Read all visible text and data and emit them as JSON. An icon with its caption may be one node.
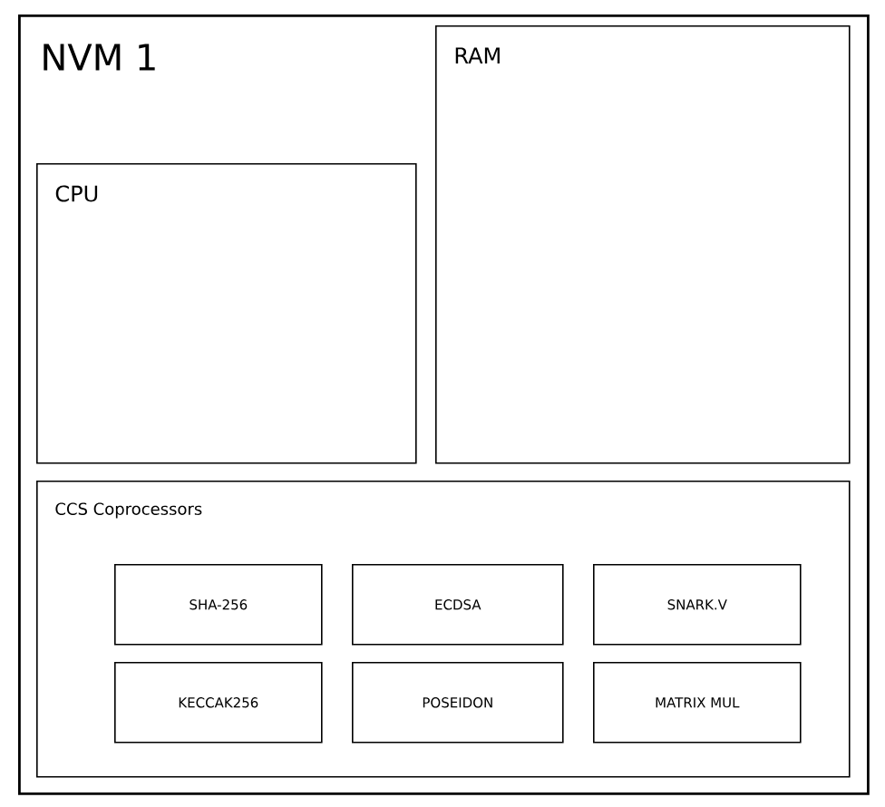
{
  "diagram": {
    "nodes": [
      {
        "text": [
          "NVM 1"
        ]
      },
      {
        "text": [
          "RAM"
        ],
        "in": 0
      },
      {
        "text": [
          "CPU"
        ],
        "in": 0
      },
      {
        "text": [
          "CCS Coprocessors"
        ],
        "in": 0
      },
      {
        "text": [
          "SHA-256"
        ],
        "in": 3
      },
      {
        "text": [
          "ECDSA"
        ],
        "in": 3
      },
      {
        "text": [
          "SNARK.V"
        ],
        "in": 3
      },
      {
        "text": [
          "KECCAK256"
        ],
        "in": 3
      },
      {
        "text": [
          "POSEIDON"
        ],
        "in": 3
      },
      {
        "text": [
          "MATRIX MUL"
        ],
        "in": 3
      }
    ]
  }
}
